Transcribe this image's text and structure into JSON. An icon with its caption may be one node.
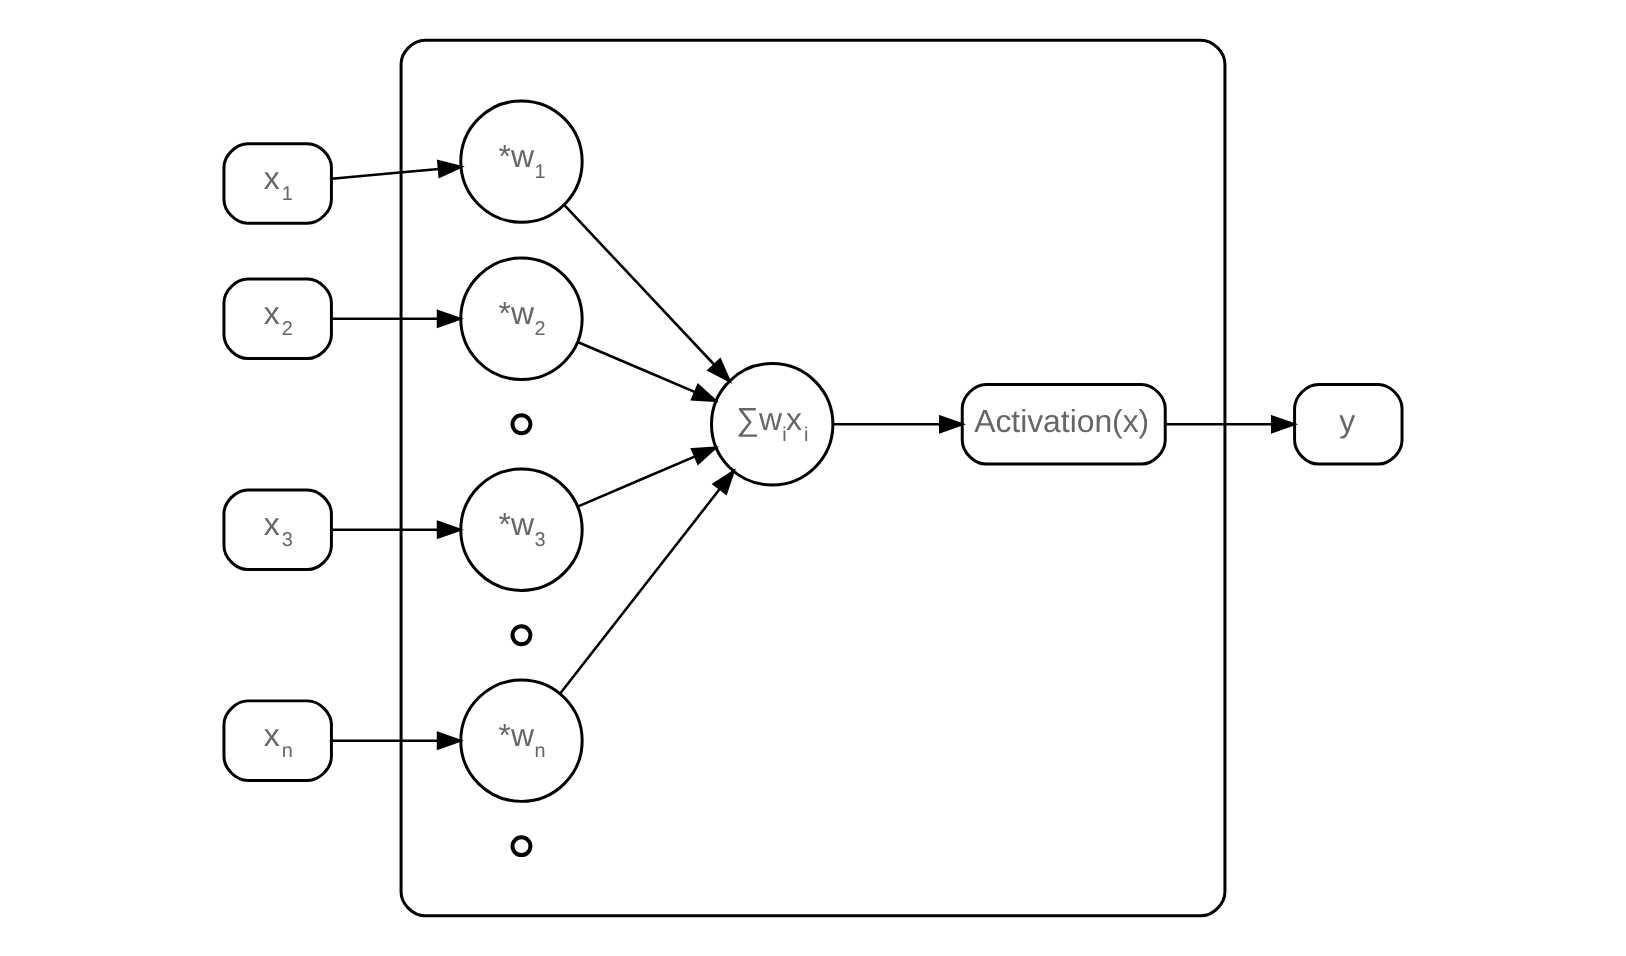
{
  "diagram": {
    "nodes": [
      {
        "text": [],
        "shape": "box"
      },
      {
        "text": [
          "x$_{1}$"
        ]
      },
      {
        "text": [
          "x$_{2}$"
        ]
      },
      {
        "text": [
          "x$_{3}$"
        ]
      },
      {
        "text": [
          "x$_{n}$"
        ]
      },
      {
        "text": [
          "*w$_{1}$"
        ],
        "in": 0
      },
      {
        "text": [
          "*w$_{2}$"
        ],
        "in": 0
      },
      {
        "text": [
          "*w$_{3}$"
        ],
        "in": 0
      },
      {
        "text": [],
        "shape": "circle",
        "in": 0
      },
      {
        "text": [],
        "shape": "circle",
        "in": 0
      },
      {
        "text": [],
        "shape": "circle",
        "in": 0
      },
      {
        "text": [
          "*w$_{n}$"
        ],
        "in": 0
      },
      {
        "text": [
          "∑w$_{i}$x$_{i}$"
        ],
        "in": 0
      },
      {
        "text": [
          "Activation(x)"
        ],
        "in": 0
      },
      {
        "text": [
          "y"
        ]
      }
    ],
    "edges": [
      {
        "from": 1,
        "to": 5,
        "arrow": "to"
      },
      {
        "from": 2,
        "to": 6,
        "arrow": "to"
      },
      {
        "from": 3,
        "to": 7,
        "arrow": "to"
      },
      {
        "from": 4,
        "to": 11,
        "arrow": "to"
      },
      {
        "from": 5,
        "to": 12,
        "arrow": "to"
      },
      {
        "from": 6,
        "to": 12,
        "arrow": "to"
      },
      {
        "from": 7,
        "to": 12,
        "arrow": "to"
      },
      {
        "from": 11,
        "to": 12,
        "arrow": "to"
      },
      {
        "from": 12,
        "to": 13,
        "arrow": "to"
      },
      {
        "from": 13,
        "to": 14,
        "arrow": "to"
      }
    ]
  }
}
